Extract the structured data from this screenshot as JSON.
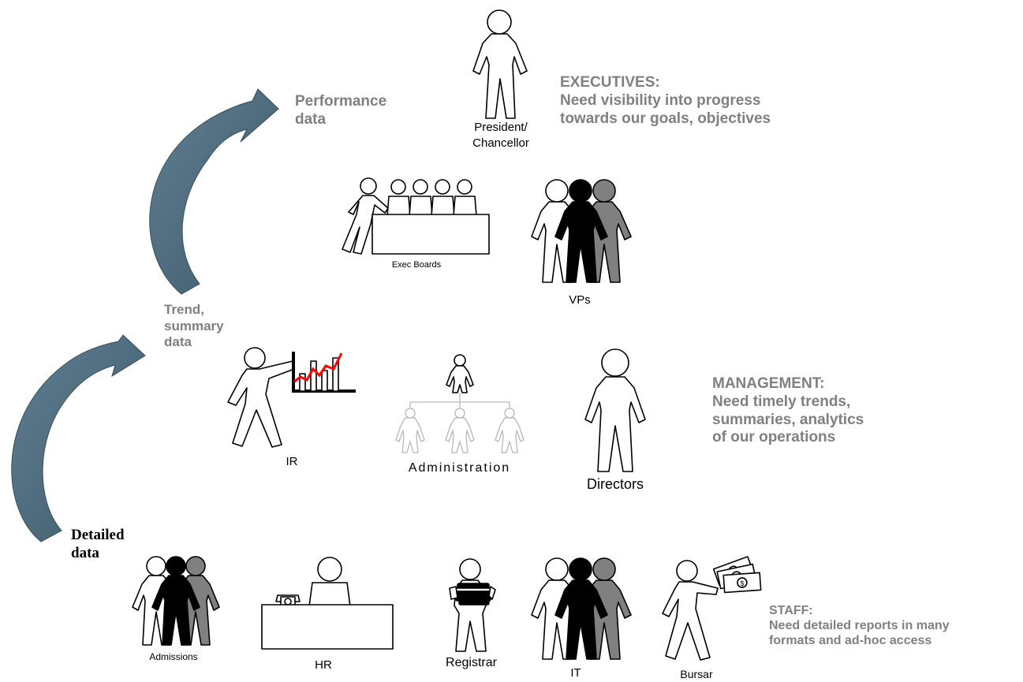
{
  "tiers": {
    "executives": {
      "heading": "EXECUTIVES:",
      "line1": "Need visibility into progress",
      "line2": "towards our goals, objectives"
    },
    "management": {
      "heading": "MANAGEMENT:",
      "line1": "Need timely trends,",
      "line2": "summaries, analytics",
      "line3": "of our operations"
    },
    "staff": {
      "heading": "STAFF:",
      "line1": "Need detailed reports in many",
      "line2": "formats and ad-hoc access"
    }
  },
  "data_levels": {
    "performance": {
      "line1": "Performance",
      "line2": "data"
    },
    "trend": {
      "line1": "Trend,",
      "line2": "summary",
      "line3": "data"
    },
    "detailed": {
      "line1": "Detailed",
      "line2": "data"
    }
  },
  "roles": {
    "president": {
      "line1": "President/",
      "line2": "Chancellor"
    },
    "exec_boards": "Exec Boards",
    "vps": "VPs",
    "ir": "IR",
    "administration": "Administration",
    "directors": "Directors",
    "admissions": "Admissions",
    "hr": "HR",
    "registrar": "Registrar",
    "it": "IT",
    "bursar": "Bursar"
  },
  "colors": {
    "heading_grey": "#808080",
    "arrow_fill": "#4f6e80",
    "trend_line": "#ff0000",
    "light_figure": "#b8b8b8"
  },
  "icons": [
    "person-icon",
    "people-group-icon",
    "board-table-icon",
    "bar-chart-icon",
    "org-chart-icon",
    "reception-desk-icon",
    "phone-icon",
    "books-icon",
    "money-icon"
  ]
}
